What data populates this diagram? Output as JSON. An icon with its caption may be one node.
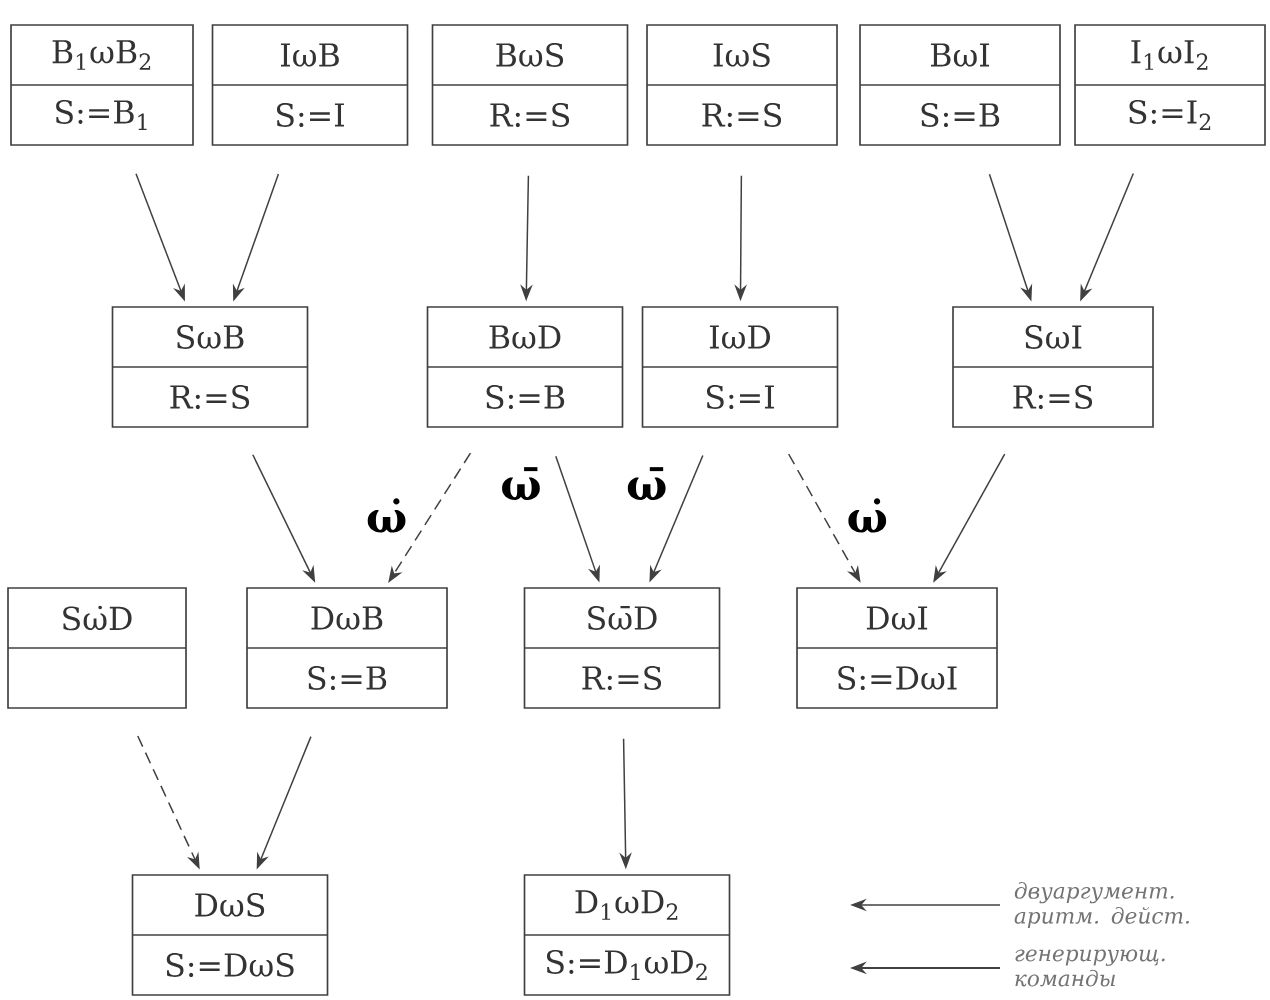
{
  "diagram": {
    "nodes": [
      {
        "text": [
          "B$_{1}$ωB$_{2}$",
          "S:=B$_{1}$"
        ]
      },
      {
        "text": [
          "IωB",
          "S:=I"
        ]
      },
      {
        "text": [
          "BωS",
          "R:=S"
        ]
      },
      {
        "text": [
          "IωS",
          "R:=S"
        ]
      },
      {
        "text": [
          "BωI",
          "S:=B"
        ]
      },
      {
        "text": [
          "I$_{1}$ωI$_{2}$",
          "S:=I$_{2}$"
        ]
      },
      {
        "text": [
          "SωB",
          "R:=S"
        ]
      },
      {
        "text": [
          "BωD",
          "S:=B"
        ]
      },
      {
        "text": [
          "IωD",
          "S:=I"
        ]
      },
      {
        "text": [
          "SωI",
          "R:=S"
        ]
      },
      {
        "text": [
          "Sω̇D"
        ]
      },
      {
        "text": [
          "DωB",
          "S:=B"
        ]
      },
      {
        "text": [
          "Sω̄D",
          "R:=S"
        ]
      },
      {
        "text": [
          "DωI",
          "S:=DωI"
        ]
      },
      {
        "text": [
          "DωS",
          "S:=DωS"
        ]
      },
      {
        "text": [
          "D$_{1}$ωD$_{2}$",
          "S:=D$_{1}$ωD$_{2}$"
        ]
      }
    ],
    "edges": [
      {
        "from": 0,
        "to": 6,
        "arrow": "to"
      },
      {
        "from": 1,
        "to": 6,
        "arrow": "to"
      },
      {
        "from": 2,
        "to": 7,
        "arrow": "to"
      },
      {
        "from": 3,
        "to": 8,
        "arrow": "to"
      },
      {
        "from": 4,
        "to": 9,
        "arrow": "to"
      },
      {
        "from": 5,
        "to": 9,
        "arrow": "to"
      },
      {
        "from": 6,
        "to": 11,
        "arrow": "to"
      },
      {
        "from": 7,
        "to": 11,
        "arrow": "to",
        "style": "dashed",
        "label": "ω̇"
      },
      {
        "from": 7,
        "to": 12,
        "arrow": "to",
        "label": "ω̄"
      },
      {
        "from": 8,
        "to": 12,
        "arrow": "to",
        "label": "ω̄"
      },
      {
        "from": 8,
        "to": 13,
        "arrow": "to",
        "style": "dashed",
        "label": "ω̇"
      },
      {
        "from": 9,
        "to": 13,
        "arrow": "to"
      },
      {
        "from": 10,
        "to": 14,
        "arrow": "to",
        "style": "dashed"
      },
      {
        "from": 11,
        "to": 14,
        "arrow": "to"
      },
      {
        "from": 12,
        "to": 15,
        "arrow": "to"
      }
    ],
    "legend": [
      {
        "text": "двуаргумент. аритм. дейст."
      },
      {
        "text": "генерирующ. команды"
      }
    ]
  }
}
